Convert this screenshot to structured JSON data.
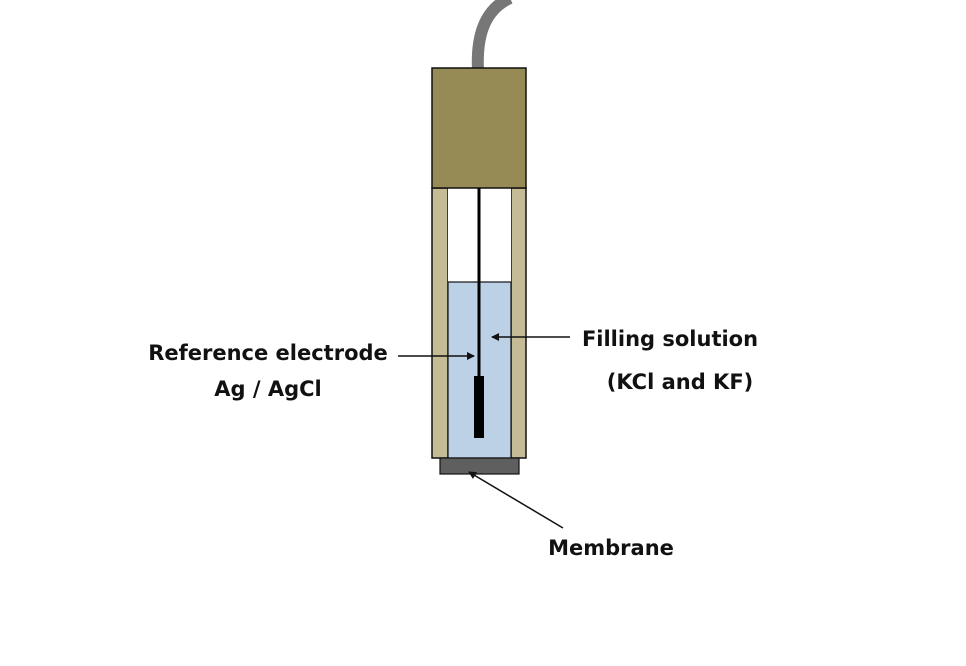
{
  "labels": {
    "reference_electrode": {
      "line1": "Reference electrode",
      "line2": "Ag / AgCl"
    },
    "filling_solution": {
      "line1": "Filling solution",
      "line2": "(KCl and KF)"
    },
    "membrane": "Membrane"
  },
  "colors": {
    "cap": "#968a55",
    "wall": "#c5bb94",
    "solution": "#bcd1e6",
    "membrane": "#5f5f5f",
    "cable": "#777777",
    "electrode": "#000000",
    "outline": "#111111"
  }
}
